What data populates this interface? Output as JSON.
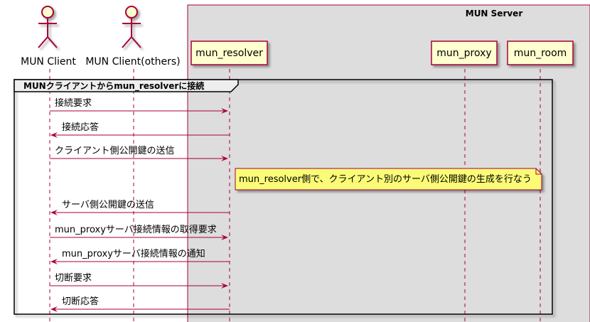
{
  "box": {
    "title": "MUN Server",
    "fill": "#DDDDDD",
    "border": "#A80036"
  },
  "actors": [
    {
      "id": "client",
      "name": "MUN Client"
    },
    {
      "id": "others",
      "name": "MUN Client(others)"
    }
  ],
  "participants": [
    {
      "id": "resolver",
      "name": "mun_resolver"
    },
    {
      "id": "proxy",
      "name": "mun_proxy"
    },
    {
      "id": "room",
      "name": "mun_room"
    }
  ],
  "group": {
    "label": "MUNクライアントからmun_resolverに接続"
  },
  "messages": [
    {
      "from": "client",
      "to": "resolver",
      "label": "接続要求"
    },
    {
      "from": "resolver",
      "to": "client",
      "label": "接続応答"
    },
    {
      "from": "client",
      "to": "resolver",
      "label": "クライアント側公開鍵の送信"
    },
    {
      "from": "resolver",
      "to": "client",
      "label": "サーバ側公開鍵の送信"
    },
    {
      "from": "client",
      "to": "resolver",
      "label": "mun_proxyサーバ接続情報の取得要求"
    },
    {
      "from": "resolver",
      "to": "client",
      "label": "mun_proxyサーバ接続情報の通知"
    },
    {
      "from": "client",
      "to": "resolver",
      "label": "切断要求"
    },
    {
      "from": "resolver",
      "to": "client",
      "label": "切断応答"
    }
  ],
  "note": {
    "text": "mun_resolver側で、クライアント別のサーバ側公開鍵の生成を行なう"
  },
  "colors": {
    "arrow": "#A80036",
    "participant_fill": "#FEFECE",
    "participant_border": "#A80036",
    "note_fill": "#FBFB77",
    "note_border": "#A80036"
  },
  "icons": {
    "actor": "stick-figure-icon"
  }
}
